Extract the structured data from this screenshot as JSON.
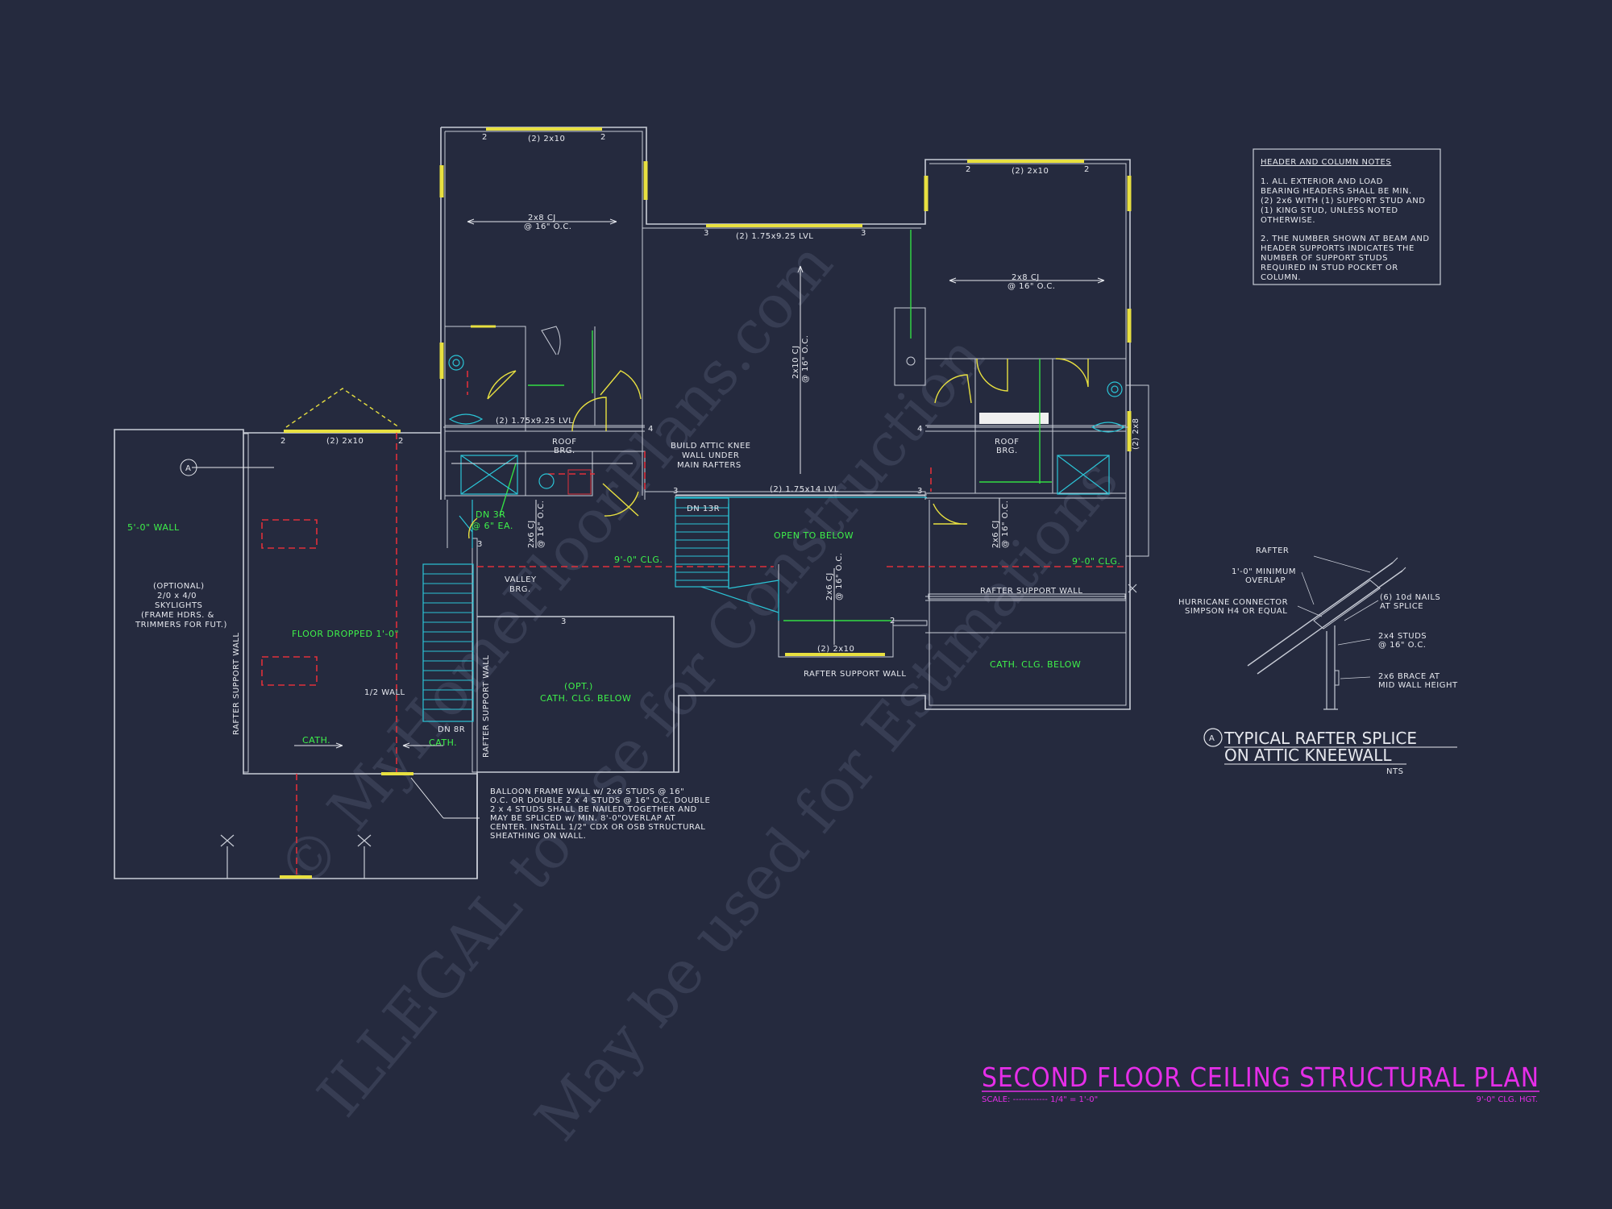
{
  "watermark": {
    "line1": "© MyHomeFloorPlans.com",
    "line2": "ILLEGAL to use for Construction",
    "line3": "May be used for Estimations"
  },
  "title_block": {
    "title": "SECOND FLOOR CEILING STRUCTURAL PLAN",
    "scale_label": "SCALE: ------------ 1/4\" = 1'-0\"",
    "ceiling_height": "9'-0\" CLG. HGT."
  },
  "notes": {
    "heading": "HEADER AND COLUMN NOTES",
    "note1": [
      "1. ALL EXTERIOR AND LOAD",
      "BEARING HEADERS SHALL BE MIN.",
      "(2) 2x6 WITH (1) SUPPORT STUD AND",
      "(1) KING STUD, UNLESS NOTED",
      "OTHERWISE."
    ],
    "note2": [
      "2. THE NUMBER SHOWN AT BEAM AND",
      "HEADER SUPPORTS INDICATES THE",
      "NUMBER OF SUPPORT STUDS",
      "REQUIRED IN STUD POCKET OR",
      "COLUMN."
    ]
  },
  "detail": {
    "tag": "A",
    "title_line1": "TYPICAL RAFTER SPLICE",
    "title_line2": "ON ATTIC KNEEWALL",
    "nts": "NTS",
    "rafter": "RAFTER",
    "overlap": [
      "1'-0\" MINIMUM",
      "OVERLAP"
    ],
    "connector": [
      "HURRICANE CONNECTOR",
      "SIMPSON H4 OR EQUAL"
    ],
    "nails": [
      "(6) 10d NAILS",
      "AT SPLICE"
    ],
    "studs": [
      "2x4 STUDS",
      "@ 16\" O.C."
    ],
    "brace": [
      "2x6 BRACE AT",
      "MID WALL HEIGHT"
    ]
  },
  "labels": {
    "hdr_top_left": "(2) 2x10",
    "hdr_top_right": "(2) 2x10",
    "hdr_mid_lvl": "(2) 1.75x9.25 LVL",
    "hdr_bonus": "(2) 2x10",
    "hdr_left_lvl": "(2) 1.75x9.25 LVL",
    "hdr_14_lvl": "(2) 1.75x14 LVL",
    "hdr_stair": "(2) 2x10",
    "hdr_right_side": "(2) 2x8",
    "cj_left": [
      "2x8 CJ",
      "@ 16\" O.C."
    ],
    "cj_right": [
      "2x8 CJ",
      "@ 16\" O.C."
    ],
    "cj_center": [
      "2x10 CJ",
      "@ 16\" O.C."
    ],
    "cj_hall_left": [
      "2x6 CJ",
      "@ 16\" O.C."
    ],
    "cj_hall_mid": [
      "2x6 CJ",
      "@ 16\" O.C."
    ],
    "cj_hall_right": [
      "2x6 CJ",
      "@ 16\" O.C."
    ],
    "roof_brg_left": [
      "ROOF",
      "BRG."
    ],
    "roof_brg_right": [
      "ROOF",
      "BRG."
    ],
    "knee_wall": [
      "BUILD ATTIC KNEE",
      "WALL UNDER",
      "MAIN RAFTERS"
    ],
    "valley_brg": [
      "VALLEY",
      "BRG."
    ],
    "wall_5ft": "5'-0\" WALL",
    "skylights": [
      "(OPTIONAL)",
      "2/0 x 4/0",
      "SKYLIGHTS",
      "(FRAME HDRS. &",
      "TRIMMERS FOR FUT.)"
    ],
    "floor_dropped": "FLOOR DROPPED 1'-0\"",
    "half_wall": "1/2 WALL",
    "cath": "CATH.",
    "open_below": "OPEN TO BELOW",
    "clg_left": "9'-0\" CLG.",
    "clg_right": "9'-0\" CLG.",
    "dn_3r": [
      "DN 3R",
      "@ 6\" EA."
    ],
    "dn_13r": "DN 13R",
    "dn_8r": "DN 8R",
    "opt_cath": [
      "(OPT.)",
      "CATH. CLG. BELOW"
    ],
    "cath_below": "CATH. CLG. BELOW",
    "rafter_support_left": "RAFTER SUPPORT WALL",
    "rafter_support_mid": "RAFTER SUPPORT WALL",
    "rafter_support_right": "RAFTER SUPPORT WALL",
    "rafter_support_bottom": "RAFTER SUPPORT WALL",
    "grid_a": "A",
    "balloon": [
      "BALLOON FRAME WALL w/ 2x6 STUDS @ 16\"",
      "O.C. OR DOUBLE 2 x 4 STUDS @ 16\" O.C. DOUBLE",
      "2 x 4 STUDS SHALL BE NAILED TOGETHER AND",
      "MAY BE SPLICED w/ MIN. 8'-0\"OVERLAP AT",
      "CENTER. INSTALL 1/2\" CDX OR OSB STRUCTURAL",
      "SHEATHING ON WALL."
    ],
    "studs": [
      "2",
      "2",
      "2",
      "2",
      "2",
      "2",
      "3",
      "3",
      "4",
      "4",
      "3",
      "3",
      "3",
      "2",
      "3"
    ]
  },
  "colors": {
    "background": "#252a3e",
    "wall": "#c8ccd6",
    "header": "#e8e040",
    "note_green": "#3ef04a",
    "red_dash": "#e0303a",
    "stair_cyan": "#2bc4d6",
    "title_magenta": "#e52ee8"
  }
}
